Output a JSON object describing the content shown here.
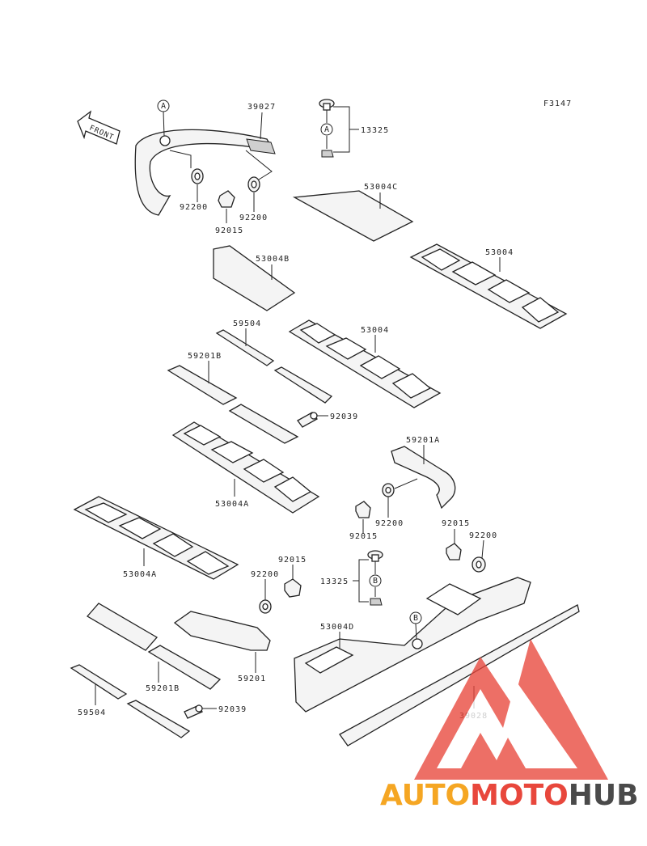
{
  "figure_code": "F3147",
  "front_label": "FRONT",
  "callouts": {
    "ref_a": "A",
    "ref_b": "B"
  },
  "part_numbers": [
    "39027",
    "13325",
    "92200",
    "92200",
    "92015",
    "53004C",
    "53004B",
    "53004",
    "53004",
    "59504",
    "59201B",
    "92039",
    "59201A",
    "53004A",
    "53004A",
    "92200",
    "92015",
    "92015",
    "92200",
    "92015",
    "92200",
    "13325",
    "53004D",
    "59201",
    "59201B",
    "59504",
    "92039",
    "39028"
  ],
  "watermark": {
    "part1": "AUTO",
    "part2": "MOTO",
    "part3": "HUB",
    "color_orange": "#f5a623",
    "color_red": "#e8473c",
    "color_grey": "#4a4a4a"
  }
}
